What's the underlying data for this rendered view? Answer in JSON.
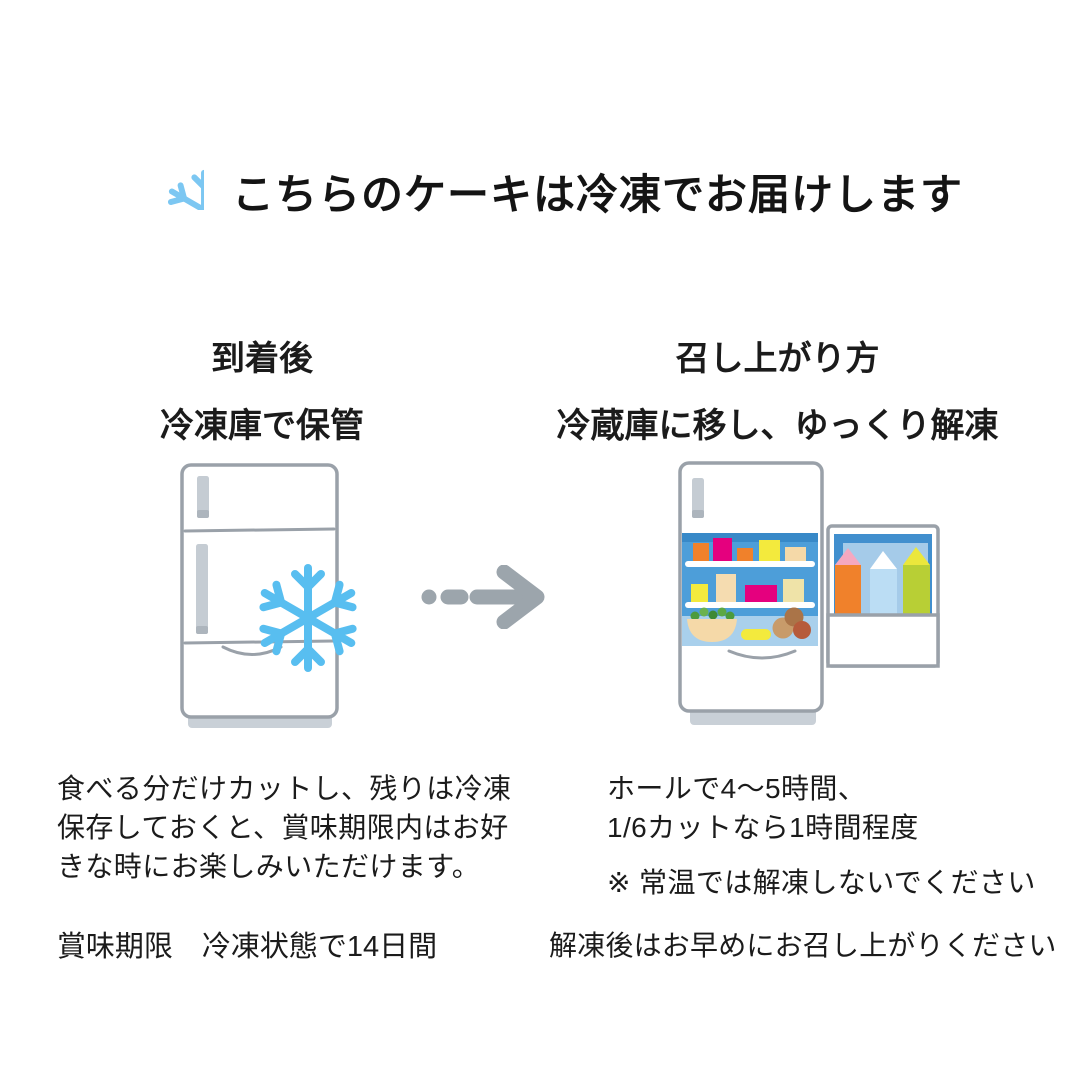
{
  "header": {
    "title": "こちらのケーキは冷凍でお届けします"
  },
  "left_column": {
    "heading": "到着後",
    "subheading": "冷凍庫で保管",
    "description_lines": [
      "食べる分だけカットし、残りは冷凍",
      "保存しておくと、賞味期限内はお好",
      "きな時にお楽しみいただけます。"
    ],
    "footnote": "賞味期限　冷凍状態で14日間"
  },
  "right_column": {
    "heading": "召し上がり方",
    "subheading": "冷蔵庫に移し、ゆっくり解凍",
    "description_lines": [
      "ホールで4〜5時間、",
      "1/6カットなら1時間程度"
    ],
    "caution": "※ 常温では解凍しないでください",
    "footnote": "解凍後はお早めにお召し上がりください"
  },
  "icons": {
    "title_snowflake": "snowflake-icon",
    "freezer_snowflake": "snowflake-icon",
    "left_illustration": "closed-freezer-refrigerator",
    "right_illustration": "open-refrigerator-with-food",
    "between": "dashed-right-arrow"
  },
  "palette": {
    "title_snowflake_blue": "#7CC7F2",
    "fridge_snowflake_blue": "#58BEF0",
    "outline_gray": "#9AA1A9",
    "handle_gray": "#C5CCD3",
    "arrow_gray": "#9CA5AC",
    "interior_blue": "#4D9ED9",
    "interior_light_blue": "#A9D0EC",
    "text_black": "#1B1B1B"
  }
}
